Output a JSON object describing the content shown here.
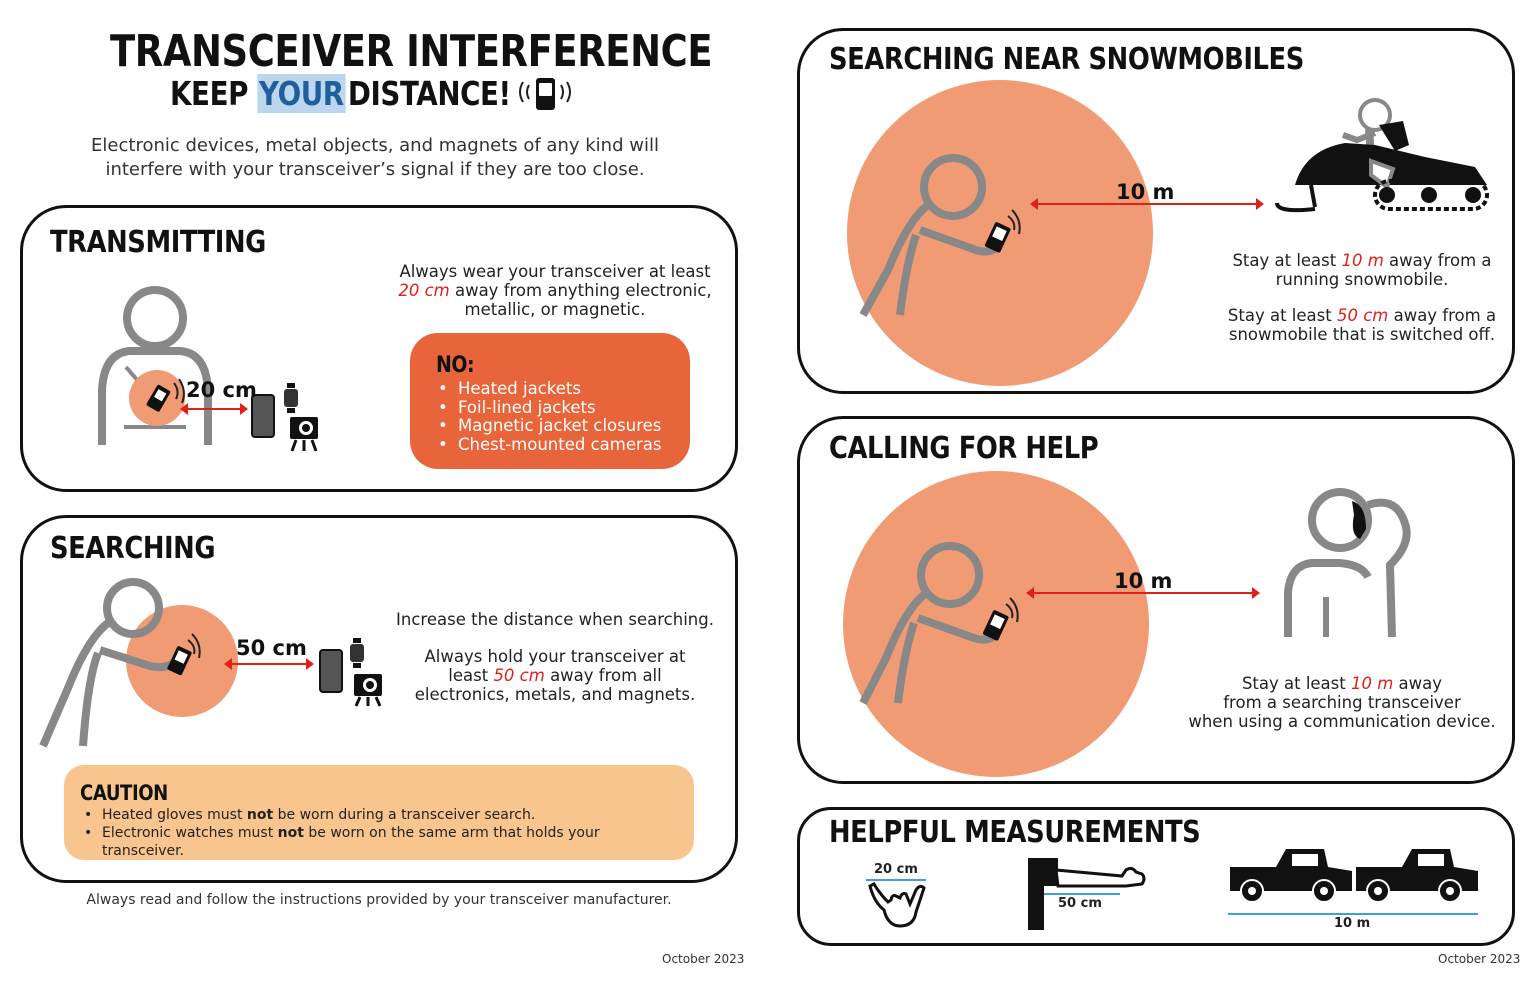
{
  "header": {
    "title": "TRANSCEIVER INTERFERENCE",
    "subtitle_pre": "KEEP ",
    "subtitle_highlight": "YOUR",
    "subtitle_post": "DISTANCE!",
    "intro_line1": "Electronic devices, metal objects, and magnets of any kind will",
    "intro_line2": "interfere with your transceiver’s signal if they are too close."
  },
  "transmitting": {
    "title": "TRANSMITTING",
    "text_line1": "Always wear your transceiver at least",
    "distance": "20 cm",
    "text_line2_rest": " away from anything electronic,",
    "text_line3": "metallic, or magnetic.",
    "dim_label": "20 cm",
    "no_title": "NO:",
    "no_items": [
      "Heated jackets",
      "Foil-lined jackets",
      "Magnetic jacket closures",
      "Chest-mounted cameras"
    ]
  },
  "searching": {
    "title": "SEARCHING",
    "text1": "Increase the distance when searching.",
    "text2_line1": "Always hold your transceiver at",
    "text2_pre": "least ",
    "distance": "50 cm",
    "text2_post": " away from all",
    "text2_line3": "electronics, metals, and magnets.",
    "dim_label": "50 cm",
    "caution_title": "CAUTION",
    "caution_item1_pre": "Heated gloves must ",
    "caution_item1_bold": "not",
    "caution_item1_post": " be worn during a transceiver search.",
    "caution_item2_pre": "Electronic watches must ",
    "caution_item2_bold": "not",
    "caution_item2_post": " be worn on the same arm that holds your transceiver."
  },
  "footer_left": "Always read and follow the instructions provided by your transceiver manufacturer.",
  "date_left": "October 2023",
  "snowmobiles": {
    "title": "SEARCHING NEAR SNOWMOBILES",
    "dim_label": "10 m",
    "text1_pre": "Stay at least ",
    "text1_dist": "10 m",
    "text1_post": " away from a",
    "text1_line2": "running snowmobile.",
    "text2_pre": "Stay at least ",
    "text2_dist": "50 cm",
    "text2_post": " away from a",
    "text2_line2": "snowmobile that is switched off."
  },
  "calling": {
    "title": "CALLING FOR HELP",
    "dim_label": "10 m",
    "text_pre": "Stay at least ",
    "text_dist": "10 m",
    "text_post": " away",
    "text_line2": "from a searching transceiver",
    "text_line3": "when using a communication device."
  },
  "measurements": {
    "title": "HELPFUL MEASUREMENTS",
    "hand_label": "20 cm",
    "arm_label": "50 cm",
    "trucks_label": "10 m"
  },
  "date_right": "October 2023",
  "colors": {
    "circle": "#f09b74",
    "no_box": "#e8643a",
    "caution_box": "#f9c58e",
    "red": "#e0201b",
    "blue": "#3aa2d8",
    "highlight": "#bcd6ee"
  }
}
